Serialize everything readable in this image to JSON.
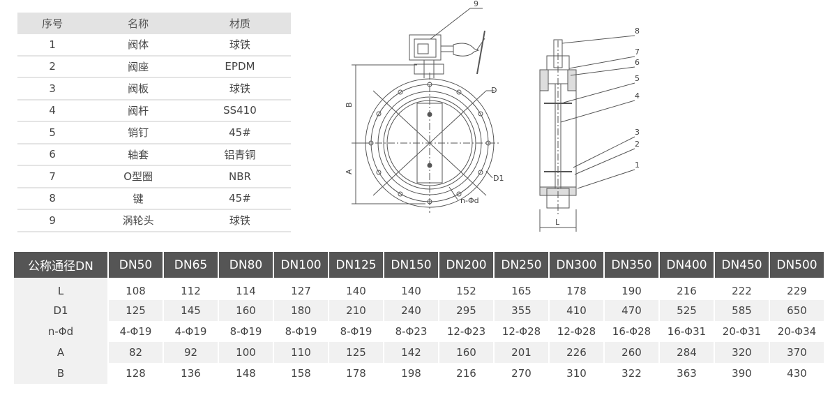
{
  "parts_table": {
    "headers": [
      "序号",
      "名称",
      "材质"
    ],
    "rows": [
      [
        "1",
        "阀体",
        "球铁"
      ],
      [
        "2",
        "阀座",
        "EPDM"
      ],
      [
        "3",
        "阀板",
        "球铁"
      ],
      [
        "4",
        "阀杆",
        "SS410"
      ],
      [
        "5",
        "销钉",
        "45#"
      ],
      [
        "6",
        "轴套",
        "铝青铜"
      ],
      [
        "7",
        "O型圈",
        "NBR"
      ],
      [
        "8",
        "键",
        "45#"
      ],
      [
        "9",
        "涡轮头",
        "球铁"
      ]
    ]
  },
  "drawing": {
    "front_labels": {
      "top_callout": "9",
      "d": "D",
      "d1": "D1",
      "holes": "n-Φd",
      "a": "A",
      "b": "B"
    },
    "side_labels": {
      "callouts": [
        "8",
        "7",
        "6",
        "5",
        "4",
        "3",
        "2",
        "1"
      ],
      "l": "L"
    }
  },
  "spec_table": {
    "headers": [
      "公称通径DN",
      "DN50",
      "DN65",
      "DN80",
      "DN100",
      "DN125",
      "DN150",
      "DN200",
      "DN250",
      "DN300",
      "DN350",
      "DN400",
      "DN450",
      "DN500"
    ],
    "rows": [
      [
        "L",
        "108",
        "112",
        "114",
        "127",
        "140",
        "140",
        "152",
        "165",
        "178",
        "190",
        "216",
        "222",
        "229"
      ],
      [
        "D1",
        "125",
        "145",
        "160",
        "180",
        "210",
        "240",
        "295",
        "355",
        "410",
        "470",
        "525",
        "585",
        "650"
      ],
      [
        "n-Φd",
        "4-Φ19",
        "4-Φ19",
        "8-Φ19",
        "8-Φ19",
        "8-Φ19",
        "8-Φ23",
        "12-Φ23",
        "12-Φ28",
        "12-Φ28",
        "16-Φ28",
        "16-Φ31",
        "20-Φ31",
        "20-Φ34"
      ],
      [
        "A",
        "82",
        "92",
        "100",
        "110",
        "125",
        "142",
        "160",
        "201",
        "226",
        "260",
        "284",
        "320",
        "370"
      ],
      [
        "B",
        "128",
        "136",
        "148",
        "158",
        "178",
        "198",
        "216",
        "270",
        "310",
        "322",
        "363",
        "390",
        "430"
      ]
    ]
  }
}
